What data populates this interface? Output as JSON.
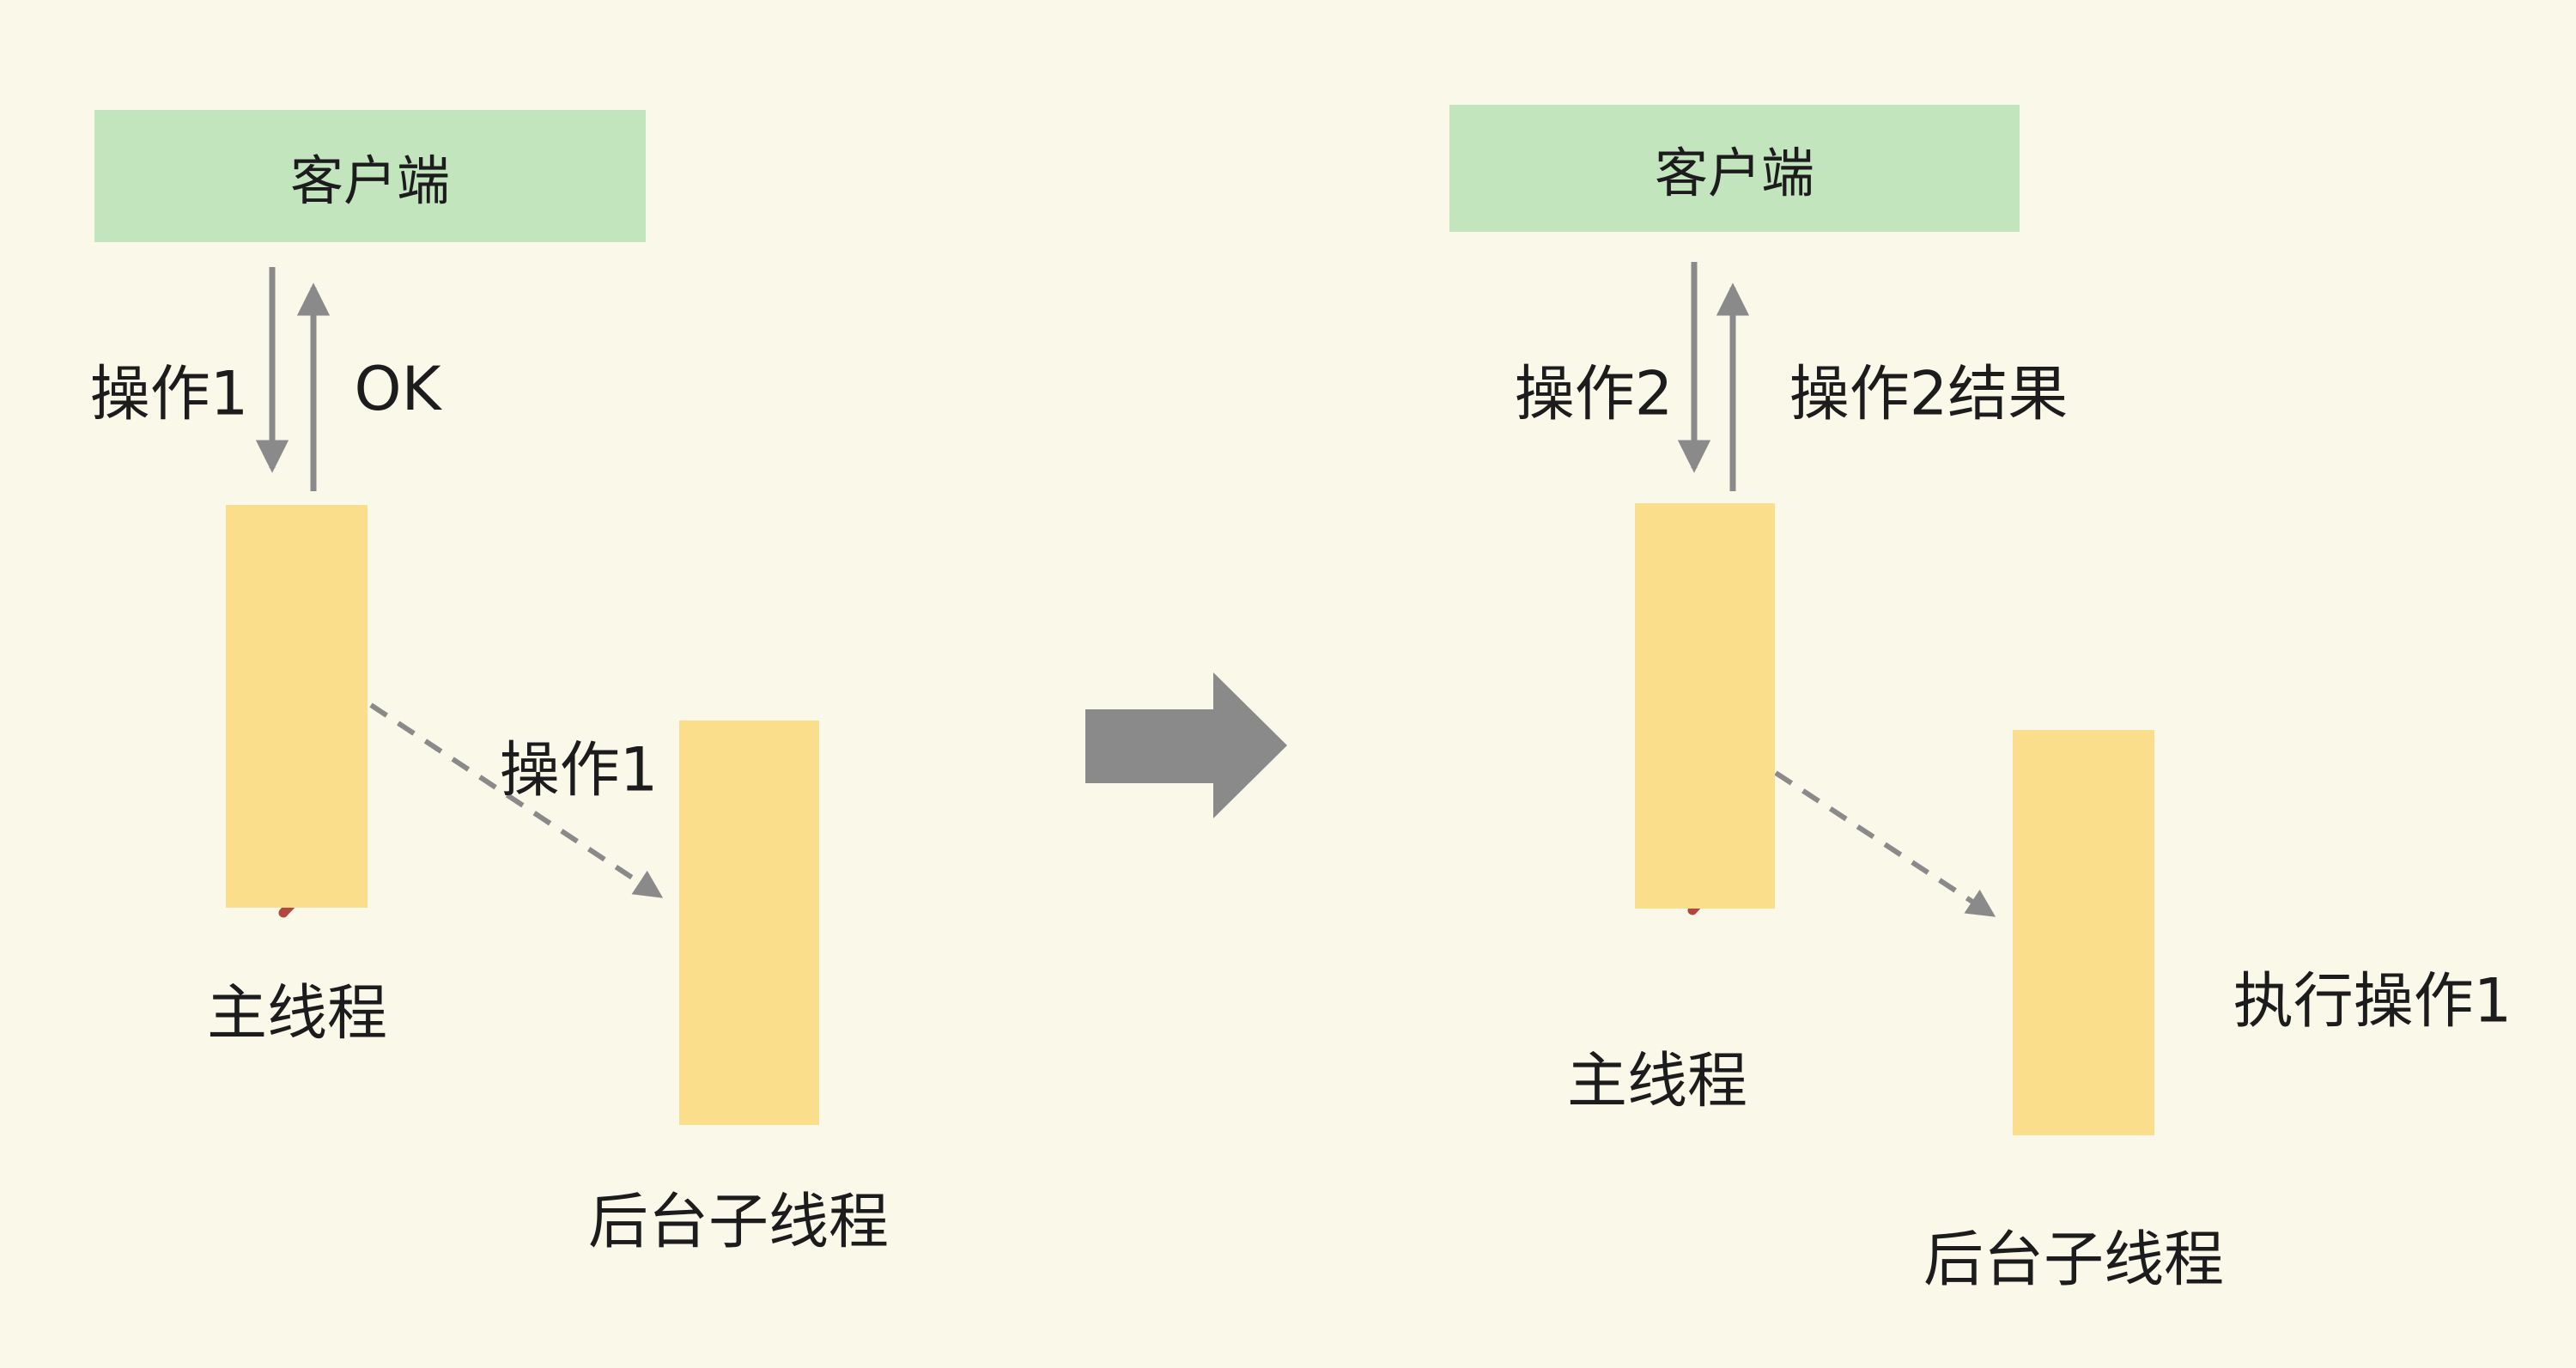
{
  "colors": {
    "background": "#FAF8E9",
    "client_box": "#C2E5BE",
    "thread_box": "#FBDE8C",
    "squiggle": "#B2473F",
    "arrow_gray": "#8A8A8A",
    "text": "#1C1C1C"
  },
  "left_diagram": {
    "client_label": "客户端",
    "request_label": "操作1",
    "response_label": "OK",
    "dispatch_label": "操作1",
    "main_thread_label": "主线程",
    "background_thread_label": "后台子线程"
  },
  "right_diagram": {
    "client_label": "客户端",
    "request_label": "操作2",
    "response_label": "操作2结果",
    "execute_label": "执行操作1",
    "main_thread_label": "主线程",
    "background_thread_label": "后台子线程"
  }
}
